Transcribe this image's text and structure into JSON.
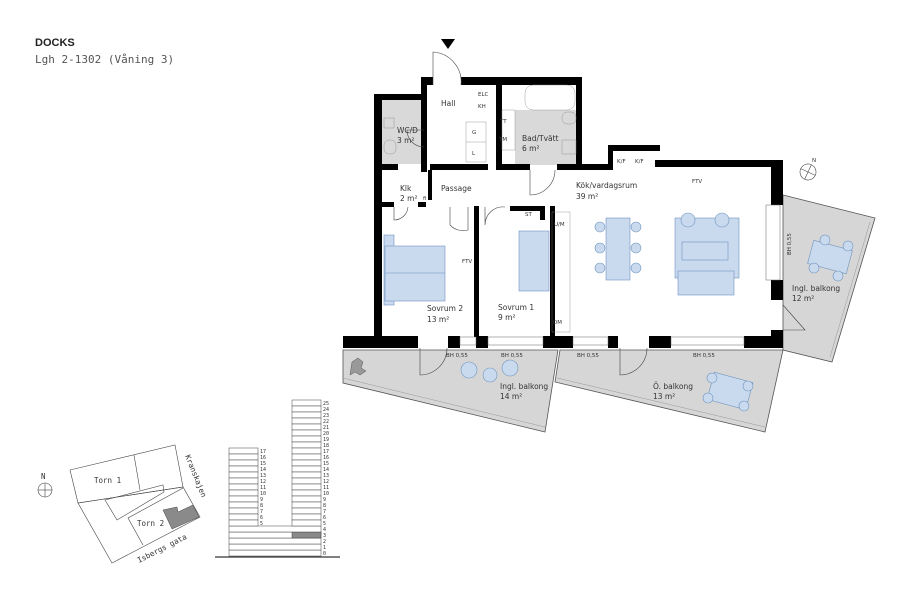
{
  "header": {
    "title": "DOCKS",
    "subtitle": "Lgh 2-1302 (Våning 3)"
  },
  "rooms": [
    {
      "name": "Hall",
      "area": ""
    },
    {
      "name": "WC/D",
      "area": "3 m²"
    },
    {
      "name": "Bad/Tvätt",
      "area": "6 m²"
    },
    {
      "name": "Klk",
      "area": "2 m²"
    },
    {
      "name": "Passage",
      "area": ""
    },
    {
      "name": "Kök/vardagsrum",
      "area": "39 m²"
    },
    {
      "name": "Sovrum 2",
      "area": "13 m²"
    },
    {
      "name": "Sovrum 1",
      "area": "9 m²"
    },
    {
      "name": "Ingl. balkong",
      "area": "14 m²"
    },
    {
      "name": "Ö. balkong",
      "area": "13 m²"
    },
    {
      "name": "Ingl. balkong",
      "area": "12 m²"
    }
  ],
  "fixtures": {
    "elc": "ELC",
    "kh": "KH",
    "g": "G",
    "l": "L",
    "tt": "TT",
    "tm": "TM",
    "kf1": "K/F",
    "kf2": "K/F",
    "ftv1": "FTV",
    "ftv2": "FTV",
    "st": "ST",
    "um": "U/M",
    "dm": "DM",
    "fi": "fi",
    "bh": [
      "BH 0,55",
      "BH 0,55",
      "BH 0,55",
      "BH 0,55",
      "BH 0,55"
    ]
  },
  "compass": {
    "north": "N"
  },
  "site_plan": {
    "tower1": "Torn 1",
    "tower2": "Torn 2",
    "street1": "Kranskajen",
    "street2": "Isbergs gata",
    "north": "N"
  },
  "elevation": {
    "left_tower_floors": [
      "17",
      "16",
      "15",
      "14",
      "13",
      "12",
      "11",
      "10",
      "9",
      "8",
      "7",
      "6",
      "5"
    ],
    "right_tower_floors": [
      "25",
      "24",
      "23",
      "22",
      "21",
      "20",
      "19",
      "18",
      "17",
      "16",
      "15",
      "14",
      "13",
      "12",
      "11",
      "10",
      "9",
      "8",
      "7",
      "6",
      "5",
      "4",
      "3",
      "2",
      "1",
      "0"
    ],
    "highlighted_floor": "3"
  },
  "colors": {
    "furniture": "#c9daee",
    "balcony": "#d6d6d6",
    "highlight": "#8a8a8a",
    "walls": "#000000"
  }
}
